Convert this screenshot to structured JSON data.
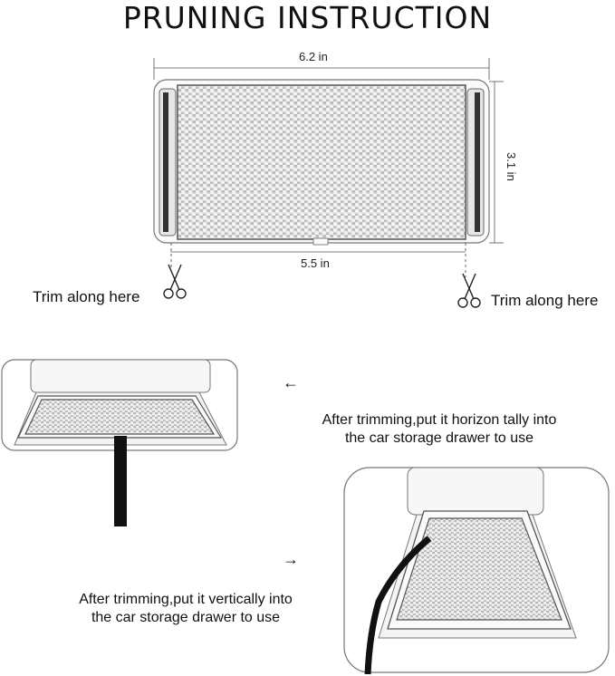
{
  "title": "PRUNING INSTRUCTION",
  "dimensions": {
    "top_width": "6.2 in",
    "height": "3.1 in",
    "bottom_width": "5.5 in"
  },
  "trim_labels": {
    "left": "Trim along here",
    "right": "Trim along here"
  },
  "steps": {
    "horizontal": {
      "caption_line1": "After trimming,put it horizon tally into",
      "caption_line2": "the car storage drawer to use",
      "arrow": "←"
    },
    "vertical": {
      "caption_line1": "After trimming,put it vertically into",
      "caption_line2": "the car storage drawer to use",
      "arrow": "→"
    }
  },
  "icons": {
    "scissors": "scissors-icon"
  }
}
